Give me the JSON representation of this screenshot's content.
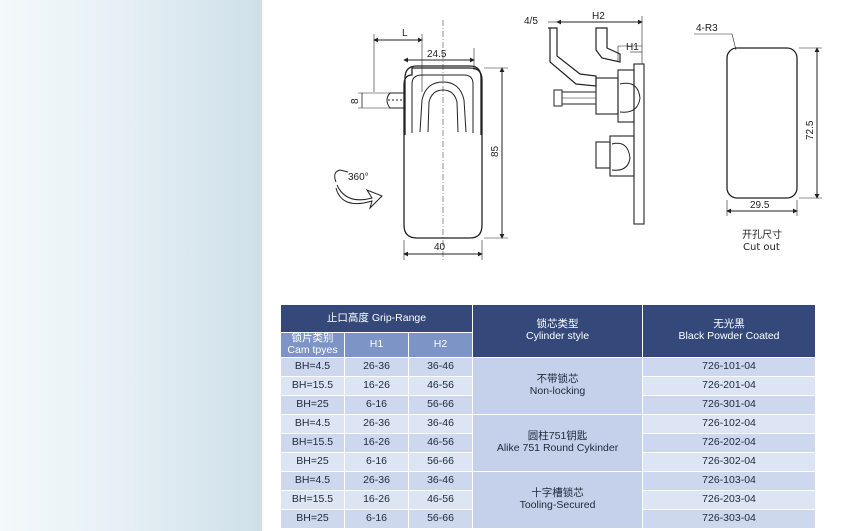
{
  "drawing": {
    "front_view": {
      "dim_L": "L",
      "dim_24_5": "24.5",
      "dim_8": "8",
      "dim_85": "85",
      "dim_40": "40",
      "rotation": "360°"
    },
    "side_view": {
      "dim_4_5": "4/5",
      "dim_H2": "H2",
      "dim_H1": "H1"
    },
    "cutout_view": {
      "dim_4R3": "4-R3",
      "dim_72_5": "72.5",
      "dim_29_5": "29.5",
      "caption_cn": "开孔尺寸",
      "caption_en": "Cut out"
    }
  },
  "table": {
    "header": {
      "grip_range": "止口高度 Grip-Range",
      "cam_types_cn": "锁片类别",
      "cam_types_en": "Cam tpyes",
      "h1": "H1",
      "h2": "H2",
      "cylinder_cn": "锁芯类型",
      "cylinder_en": "Cylinder style",
      "finish_cn": "无光黑",
      "finish_en": "Black Powder Coated"
    },
    "groups": [
      {
        "cn": "不带锁芯",
        "en": "Non-locking"
      },
      {
        "cn": "圆柱751钥匙",
        "en": "Alike 751 Round Cykinder"
      },
      {
        "cn": "十字槽锁芯",
        "en": "Tooling-Secured"
      }
    ],
    "rows": [
      {
        "bh": "BH=4.5",
        "h1": "26-36",
        "h2": "36-46",
        "code": "726-101-04"
      },
      {
        "bh": "BH=15.5",
        "h1": "16-26",
        "h2": "46-56",
        "code": "726-201-04"
      },
      {
        "bh": "BH=25",
        "h1": "6-16",
        "h2": "56-66",
        "code": "726-301-04"
      },
      {
        "bh": "BH=4.5",
        "h1": "26-36",
        "h2": "36-46",
        "code": "726-102-04"
      },
      {
        "bh": "BH=15.5",
        "h1": "16-26",
        "h2": "46-56",
        "code": "726-202-04"
      },
      {
        "bh": "BH=25",
        "h1": "6-16",
        "h2": "56-66",
        "code": "726-302-04"
      },
      {
        "bh": "BH=4.5",
        "h1": "26-36",
        "h2": "36-46",
        "code": "726-103-04"
      },
      {
        "bh": "BH=15.5",
        "h1": "16-26",
        "h2": "46-56",
        "code": "726-203-04"
      },
      {
        "bh": "BH=25",
        "h1": "6-16",
        "h2": "56-66",
        "code": "726-303-04"
      }
    ]
  }
}
